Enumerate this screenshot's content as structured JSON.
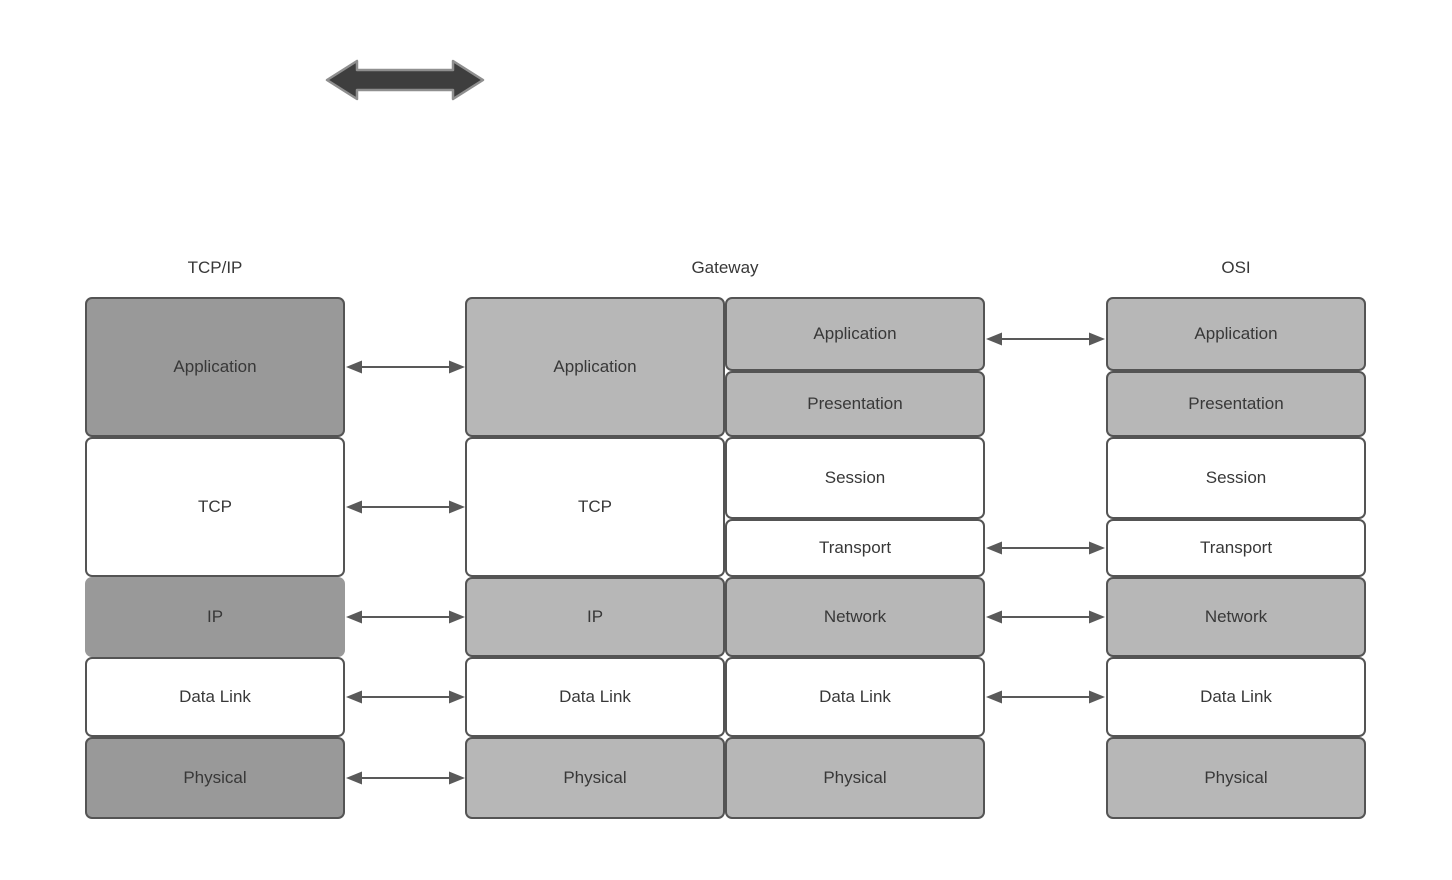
{
  "stacks": {
    "tcpip": {
      "header": "TCP/IP",
      "layers": [
        "Application",
        "TCP",
        "IP",
        "Data Link",
        "Physical"
      ]
    },
    "gateway": {
      "header": "Gateway",
      "left_layers": [
        "Application",
        "TCP",
        "IP",
        "Data Link",
        "Physical"
      ],
      "right_layers": [
        "Application",
        "Presentation",
        "Session",
        "Transport",
        "Network",
        "Data Link",
        "Physical"
      ]
    },
    "osi": {
      "header": "OSI",
      "layers": [
        "Application",
        "Presentation",
        "Session",
        "Transport",
        "Network",
        "Data Link",
        "Physical"
      ]
    }
  },
  "icons": {
    "top_arrow": "horizontal-double-arrow-icon",
    "connector": "double-headed-connector-arrow-icon"
  },
  "colors": {
    "fill-dark": "#999999",
    "fill-light": "#b7b7b7",
    "fill-white": "#ffffff",
    "border": "#545454",
    "text": "#383838",
    "arrow": "#595959",
    "toparrow-fill": "#3e3e3e",
    "toparrow-stroke": "#8f8f8f"
  }
}
